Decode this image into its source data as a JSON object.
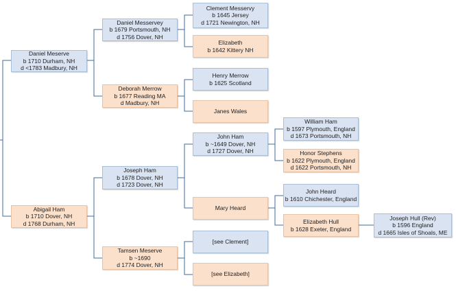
{
  "colors": {
    "male_box": "#dae3f2",
    "female_box": "#fbe0cc",
    "connector": "#3f6a9b"
  },
  "people": {
    "p1": {
      "name": "Daniel Meserve",
      "line2": "b 1710 Durham, NH",
      "line3": "d <1783 Madbury, NH"
    },
    "p2": {
      "name": "Abigail Ham",
      "line2": "b 1710 Dover, NH",
      "line3": "d 1768 Durham, NH"
    },
    "p3": {
      "name": "Daniel Messervey",
      "line2": "b 1679 Portsmouth, NH",
      "line3": "d 1756 Dover, NH"
    },
    "p4": {
      "name": "Deborah Merrow",
      "line2": "b 1677 Reading MA",
      "line3": "d Madbury, NH"
    },
    "p5": {
      "name": "Joseph Ham",
      "line2": "b 1678 Dover, NH",
      "line3": "d 1723 Dover, NH"
    },
    "p6": {
      "name": "Tamsen Meserve",
      "line2": "b ~1690",
      "line3": "d 1774 Dover, NH"
    },
    "p7": {
      "name": "Clement Messervy",
      "line2": "b 1645 Jersey",
      "line3": "d 1721 Newington, NH"
    },
    "p8": {
      "name": "Elizabeth",
      "line2": "b 1642 Kittery NH"
    },
    "p9": {
      "name": "Henry Merrow",
      "line2": "b 1625 Scotland"
    },
    "p10": {
      "name": "Janes Wales"
    },
    "p11": {
      "name": "John Ham",
      "line2": "b ~1649 Dover, NH",
      "line3": "d 1727 Dover, NH"
    },
    "p12": {
      "name": "Mary Heard"
    },
    "p13": {
      "name": "[see Clement]"
    },
    "p14": {
      "name": "[see Elizabeth]"
    },
    "p15": {
      "name": "William Ham",
      "line2": "b 1597 Plymouth, England",
      "line3": "d 1673 Portsmouth, NH"
    },
    "p16": {
      "name": "Honor Stephens",
      "line2": "b 1622 Plymouth, England",
      "line3": "d 1622 Portsmouth, NH"
    },
    "p17": {
      "name": "John Heard",
      "line2": "b 1610 Chichester, England"
    },
    "p18": {
      "name": "Elizabeth Hull",
      "line2": "b 1628 Exeter, England"
    },
    "p19": {
      "name": "Joseph Hull (Rev)",
      "line2": "b 1596 England",
      "line3": "d 1665 Isles of Shoals, ME"
    }
  }
}
